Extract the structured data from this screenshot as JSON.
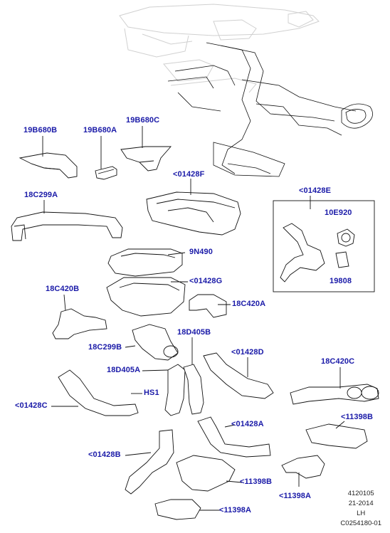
{
  "diagram": {
    "callouts": [
      {
        "id": "19B680B",
        "text": "19B680B"
      },
      {
        "id": "19B680A",
        "text": "19B680A"
      },
      {
        "id": "19B680C",
        "text": "19B680C"
      },
      {
        "id": "01428F",
        "text": "<01428F"
      },
      {
        "id": "18C299A",
        "text": "18C299A"
      },
      {
        "id": "01428E",
        "text": "<01428E"
      },
      {
        "id": "10E920",
        "text": "10E920"
      },
      {
        "id": "19808",
        "text": "19808"
      },
      {
        "id": "9N490",
        "text": "9N490"
      },
      {
        "id": "01428G",
        "text": "<01428G"
      },
      {
        "id": "18C420B",
        "text": "18C420B"
      },
      {
        "id": "18C420A",
        "text": "18C420A"
      },
      {
        "id": "18D405B",
        "text": "18D405B"
      },
      {
        "id": "18C299B",
        "text": "18C299B"
      },
      {
        "id": "01428D",
        "text": "<01428D"
      },
      {
        "id": "18D405A",
        "text": "18D405A"
      },
      {
        "id": "HS1",
        "text": "HS1"
      },
      {
        "id": "18C420C",
        "text": "18C420C"
      },
      {
        "id": "01428C",
        "text": "<01428C"
      },
      {
        "id": "11398B_top",
        "text": "<11398B"
      },
      {
        "id": "01428A",
        "text": "<01428A"
      },
      {
        "id": "01428B",
        "text": "<01428B"
      },
      {
        "id": "11398B",
        "text": "<11398B"
      },
      {
        "id": "11398A_right",
        "text": "<11398A"
      },
      {
        "id": "11398A_bottom",
        "text": "<11398A"
      }
    ],
    "footer": {
      "line1": "4120105",
      "line2": "21-2014",
      "line3": "LH",
      "line4": "C0254180-01"
    },
    "colors": {
      "callout": "#1a1aa8",
      "line": "#111111"
    }
  }
}
